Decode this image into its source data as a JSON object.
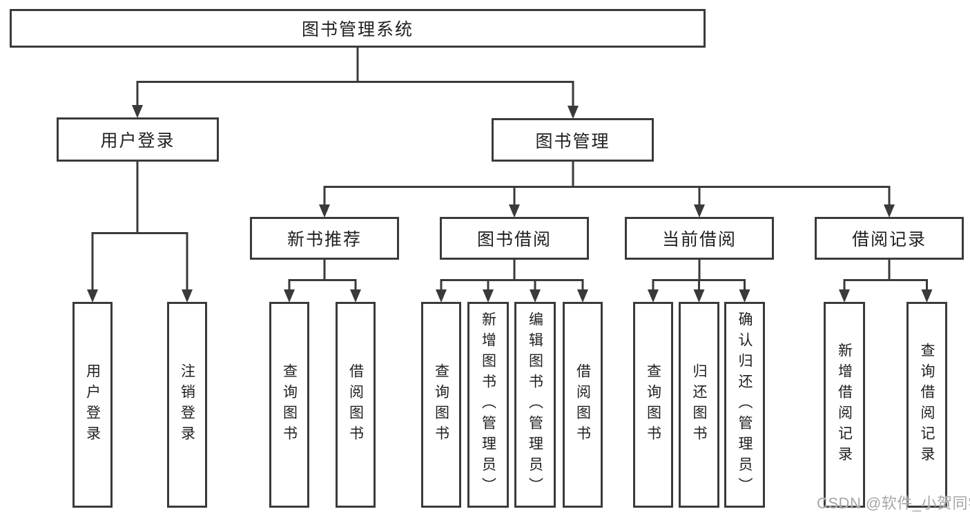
{
  "diagram": {
    "root": {
      "label": "图书管理系统",
      "children": [
        {
          "label": "用户登录",
          "children": [
            {
              "label": "用户登录"
            },
            {
              "label": "注销登录"
            }
          ]
        },
        {
          "label": "图书管理",
          "children": [
            {
              "label": "新书推荐",
              "children": [
                {
                  "label": "查询图书"
                },
                {
                  "label": "借阅图书"
                }
              ]
            },
            {
              "label": "图书借阅",
              "children": [
                {
                  "label": "查询图书"
                },
                {
                  "label": "新增图书（管理员）"
                },
                {
                  "label": "编辑图书（管理员）"
                },
                {
                  "label": "借阅图书"
                }
              ]
            },
            {
              "label": "当前借阅",
              "children": [
                {
                  "label": "查询图书"
                },
                {
                  "label": "归还图书"
                },
                {
                  "label": "确认归还（管理员）"
                }
              ]
            },
            {
              "label": "借阅记录",
              "children": [
                {
                  "label": "新增借阅记录"
                },
                {
                  "label": "查询借阅记录"
                }
              ]
            }
          ]
        }
      ]
    }
  },
  "watermark": {
    "text": "CSDN @软件_小贺同学"
  },
  "colors": {
    "line": "#3a3a3a",
    "text": "#1f1f1f",
    "watermark": "#a6a6a6",
    "background": "#ffffff"
  }
}
